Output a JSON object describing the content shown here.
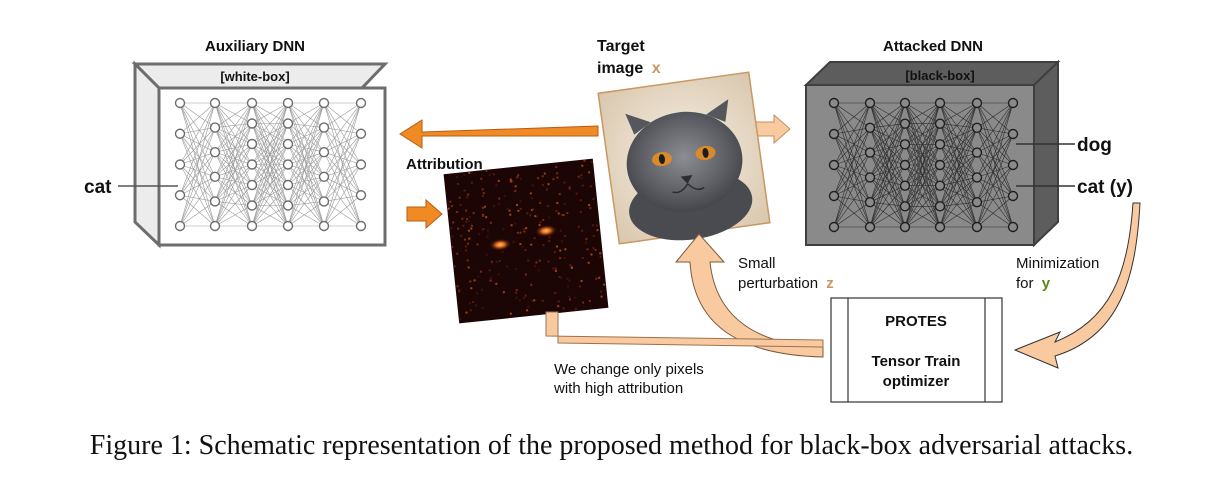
{
  "auxiliary": {
    "title": "Auxiliary DNN",
    "box_label": "[white-box]",
    "output": "cat"
  },
  "attacked": {
    "title": "Attacked DNN",
    "box_label": "[black-box]",
    "output_top": "dog",
    "output_bottom": "cat (y)"
  },
  "target": {
    "line1": "Target",
    "line2": "image",
    "var": "x"
  },
  "attribution": {
    "label": "Attribution"
  },
  "perturbation": {
    "line1": "Small",
    "line2": "perturbation",
    "var": "z"
  },
  "minimization": {
    "line1": "Minimization",
    "line2": "for",
    "var": "y"
  },
  "protes": {
    "title": "PROTES",
    "line1": "Tensor Train",
    "line2": "optimizer"
  },
  "change_note": {
    "line1": "We change only pixels",
    "line2": "with high attribution"
  },
  "caption": "Figure 1: Schematic representation of the proposed method for black-box adversarial attacks.",
  "colors": {
    "orange": "#f08a24",
    "peach": "#f9c9a0",
    "tan": "#c9975f",
    "dog": "#6b1414",
    "cat_green": "#3f6b10",
    "green_var": "#5a8a1c",
    "white_box": "#ffffff",
    "black_box": "#8a8a8a"
  }
}
